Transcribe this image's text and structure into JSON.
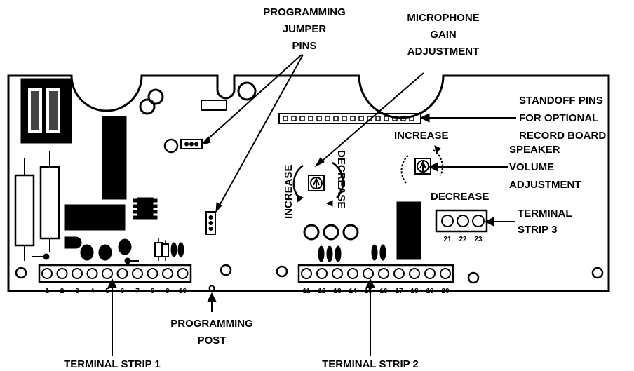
{
  "labels": {
    "prog_jumper": [
      "PROGRAMMING",
      "JUMPER",
      "PINS"
    ],
    "mic_gain": [
      "MICROPHONE",
      "GAIN",
      "ADJUSTMENT"
    ],
    "standoff": [
      "STANDOFF PINS",
      "FOR OPTIONAL",
      "RECORD BOARD"
    ],
    "speaker": [
      "SPEAKER",
      "VOLUME",
      "ADJUSTMENT"
    ],
    "terminal3": [
      "TERMINAL",
      "STRIP 3"
    ],
    "prog_post": [
      "PROGRAMMING",
      "POST"
    ],
    "terminal1": "TERMINAL STRIP 1",
    "terminal2": "TERMINAL STRIP 2",
    "increase": "INCREASE",
    "decrease": "DECREASE",
    "spk_increase": "INCREASE",
    "spk_decrease": "DECREASE"
  },
  "terminal1_numbers": [
    "1",
    "2",
    "3",
    "4",
    "5",
    "6",
    "7",
    "8",
    "9",
    "10"
  ],
  "terminal2_numbers": [
    "11",
    "12",
    "13",
    "14",
    "15",
    "16",
    "17",
    "18",
    "19",
    "20"
  ],
  "terminal3_numbers": [
    "21",
    "22",
    "23"
  ]
}
